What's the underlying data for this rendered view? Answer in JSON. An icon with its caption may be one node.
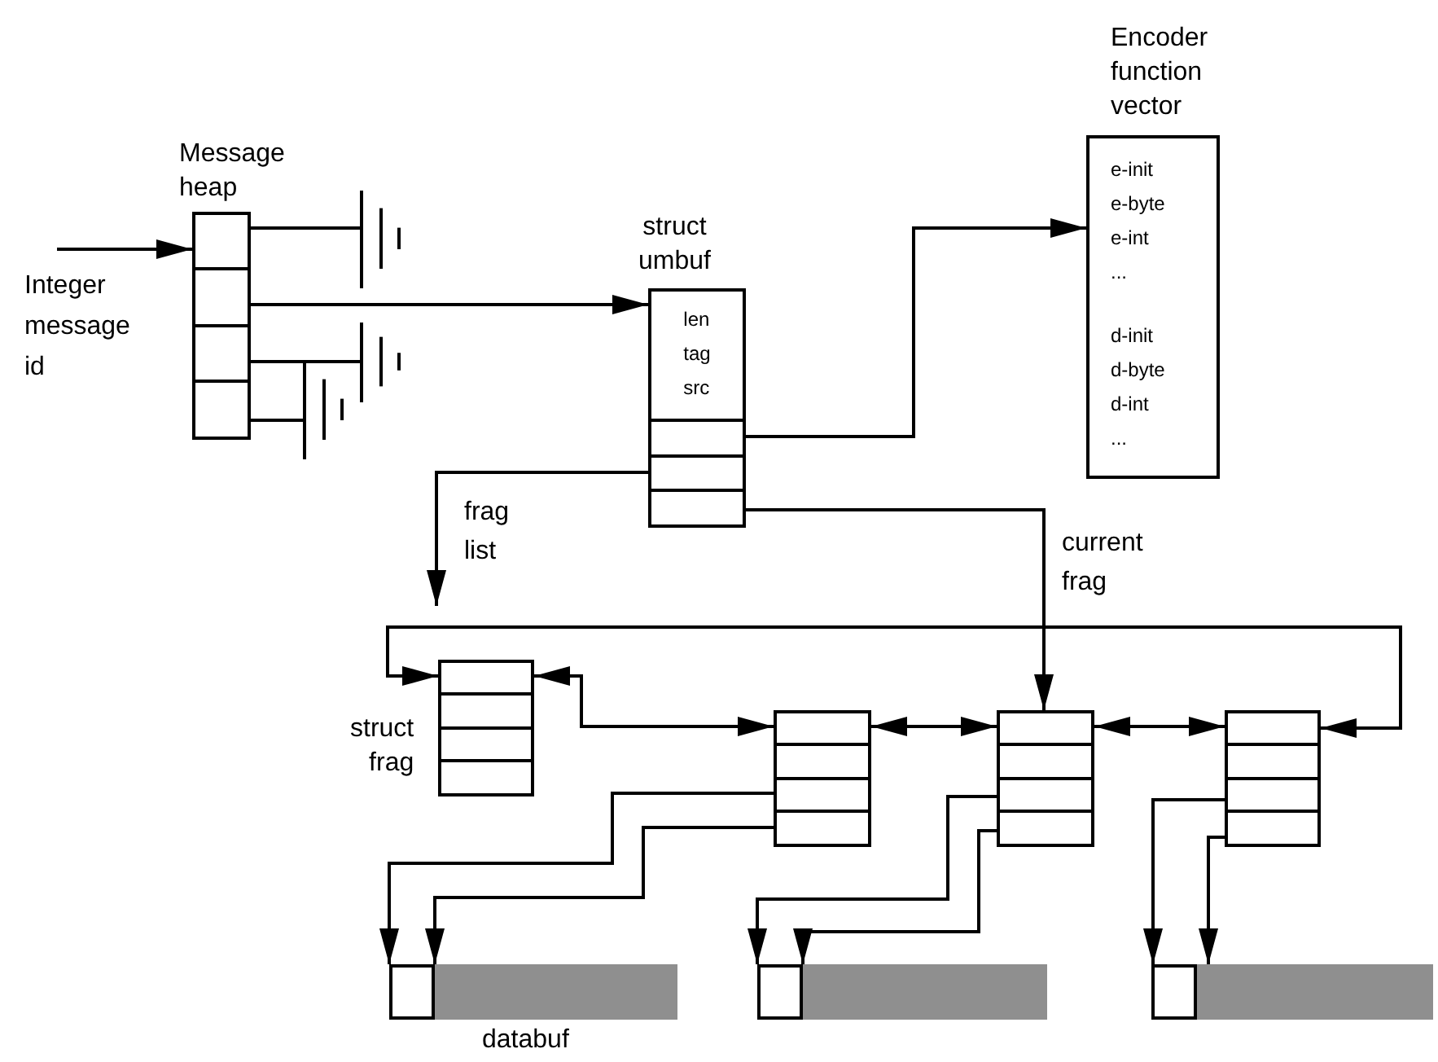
{
  "diagram": {
    "nodes": [
      {
        "text": [
          "Integer message id"
        ]
      },
      {
        "text": [
          "Message heap"
        ]
      },
      {
        "text": [],
        "shape": "ground"
      },
      {
        "text": [],
        "shape": "ground"
      },
      {
        "text": [],
        "shape": "ground"
      },
      {
        "text": [
          "struct umbuf",
          "len tag src"
        ]
      },
      {
        "text": [
          "Encoder function vector",
          "e-init e-byte e-int ...",
          "d-init d-byte d-int ..."
        ]
      },
      {
        "text": [
          "struct frag"
        ]
      },
      {
        "text": [],
        "shape": "box"
      },
      {
        "text": [],
        "shape": "box"
      },
      {
        "text": [],
        "shape": "box"
      },
      {
        "text": [
          "databuf"
        ]
      },
      {
        "text": [],
        "shape": "bar"
      },
      {
        "text": [],
        "shape": "bar"
      }
    ],
    "edges": [
      {
        "from": 0,
        "to": 1,
        "arrow": "to"
      },
      {
        "from": 1,
        "to": 2,
        "arrow": "none"
      },
      {
        "from": 1,
        "to": 3,
        "arrow": "none"
      },
      {
        "from": 1,
        "to": 4,
        "arrow": "none"
      },
      {
        "from": 1,
        "to": 5,
        "arrow": "to"
      },
      {
        "from": 5,
        "to": 6,
        "arrow": "to"
      },
      {
        "from": 5,
        "to": 7,
        "arrow": "to",
        "label": "frag list"
      },
      {
        "from": 5,
        "to": 9,
        "arrow": "to",
        "label": "current frag"
      },
      {
        "from": 7,
        "to": 8,
        "arrow": "both"
      },
      {
        "from": 8,
        "to": 9,
        "arrow": "both"
      },
      {
        "from": 9,
        "to": 10,
        "arrow": "both"
      },
      {
        "from": 7,
        "to": 10,
        "arrow": "both"
      },
      {
        "from": 8,
        "to": 11,
        "arrow": "to"
      },
      {
        "from": 8,
        "to": 11,
        "arrow": "to"
      },
      {
        "from": 9,
        "to": 12,
        "arrow": "to"
      },
      {
        "from": 9,
        "to": 12,
        "arrow": "to"
      },
      {
        "from": 10,
        "to": 13,
        "arrow": "to"
      },
      {
        "from": 10,
        "to": 13,
        "arrow": "to"
      }
    ]
  }
}
